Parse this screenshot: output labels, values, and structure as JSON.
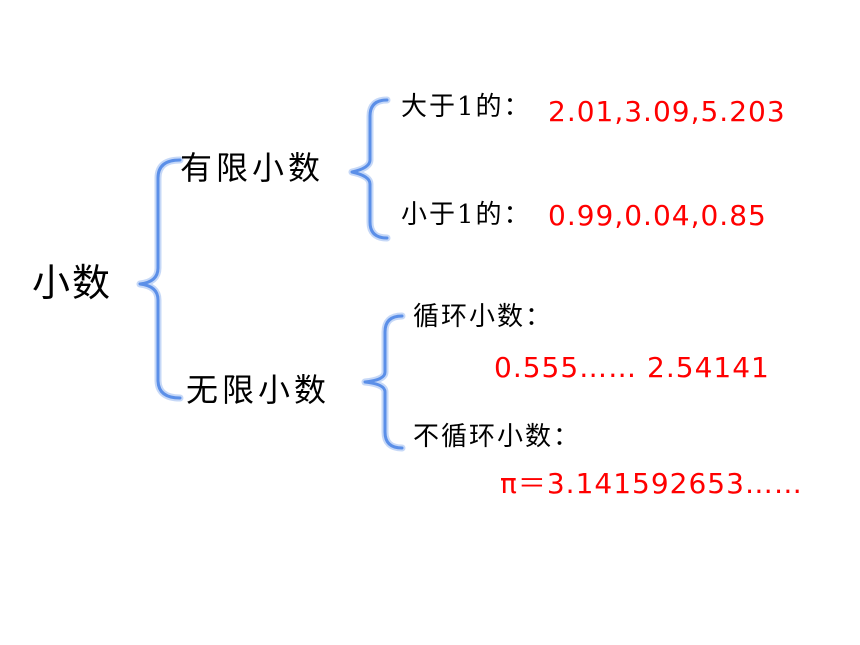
{
  "colors": {
    "bracket": "#5b8fe8",
    "value": "#ff0000",
    "text": "#000000"
  },
  "root": {
    "label": "小数"
  },
  "finite": {
    "label": "有限小数",
    "greater": {
      "label": "大于1的：",
      "values": "2.01,3.09,5.203"
    },
    "less": {
      "label": "小于1的：",
      "values": "0.99,0.04,0.85"
    }
  },
  "infinite": {
    "label": "无限小数",
    "repeating": {
      "label": "循环小数：",
      "examples": "0.555……  2.54141"
    },
    "nonrepeating": {
      "label": "不循环小数：",
      "examples": "π＝3.141592653……"
    }
  }
}
